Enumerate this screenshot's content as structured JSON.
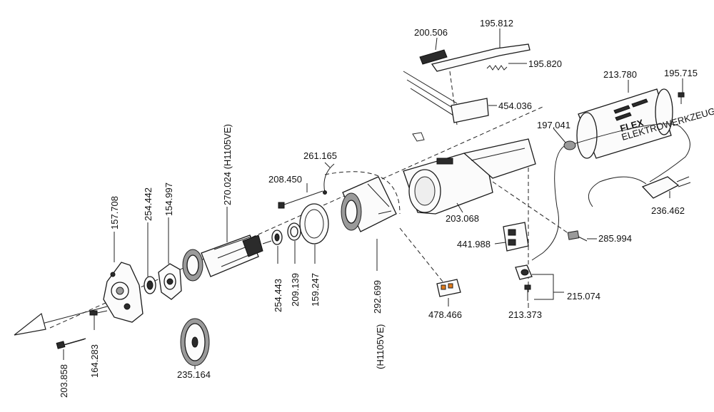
{
  "labels": {
    "p200506": "200.506",
    "p195812": "195.812",
    "p195820": "195.820",
    "p213780": "213.780",
    "p195715": "195.715",
    "p454036": "454.036",
    "p197041": "197.041",
    "p261165": "261.165",
    "p208450": "208.450",
    "p236462": "236.462",
    "p203068": "203.068",
    "p285994": "285.994",
    "p441988": "441.988",
    "p157708": "157.708",
    "p254442": "254.442",
    "p154997": "154.997",
    "p270024": "270.024  (H1105VE)",
    "p254443": "254.443",
    "p209139": "209.139",
    "p159247": "159.247",
    "p292699": "292.699",
    "p292699note": "(H1105VE)",
    "p478466": "478.466",
    "p215074": "215.074",
    "p213373": "213.373",
    "p203858": "203.858",
    "p164283": "164.283",
    "p235164": "235.164"
  },
  "brand": {
    "logo": "FLEX",
    "logo_sub": "ELEKTROWERKZEUGE"
  }
}
